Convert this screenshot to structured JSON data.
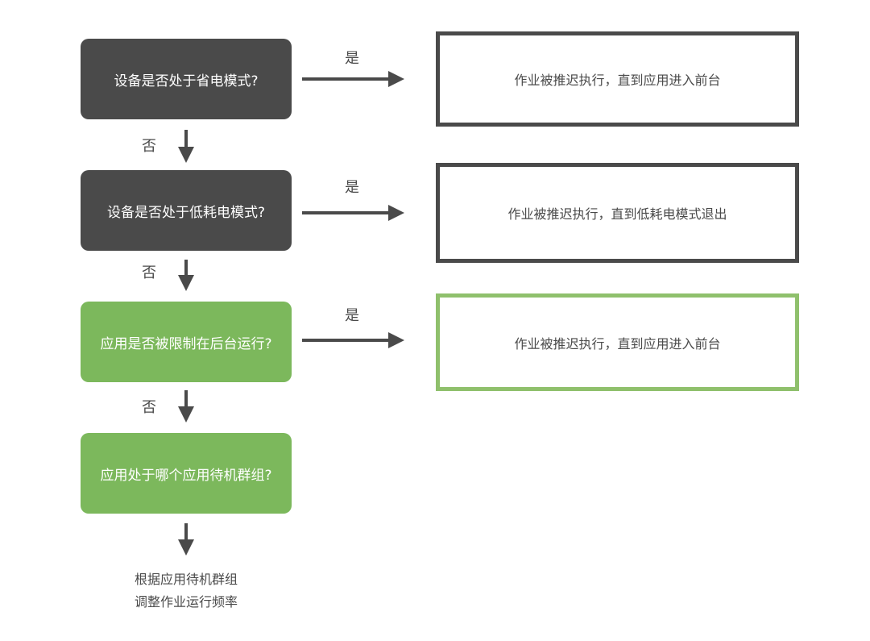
{
  "decisions": [
    {
      "text": "设备是否处于省电模式?"
    },
    {
      "text": "设备是否处于低耗电模式?"
    },
    {
      "text": "应用是否被限制在后台运行?"
    },
    {
      "text": "应用处于哪个应用待机群组?"
    }
  ],
  "outcomes": [
    {
      "text": "作业被推迟执行，直到应用进入前台"
    },
    {
      "text": "作业被推迟执行，直到低耗电模式退出"
    },
    {
      "text": "作业被推迟执行，直到应用进入前台"
    }
  ],
  "yes_label": "是",
  "no_label": "否",
  "final": {
    "line1": "根据应用待机群组",
    "line2": "调整作业运行频率"
  },
  "colors": {
    "dark": "#4a4a4a",
    "green": "#7cb85c",
    "green_border": "#8fc06c",
    "arrow": "#4a4a4a"
  }
}
